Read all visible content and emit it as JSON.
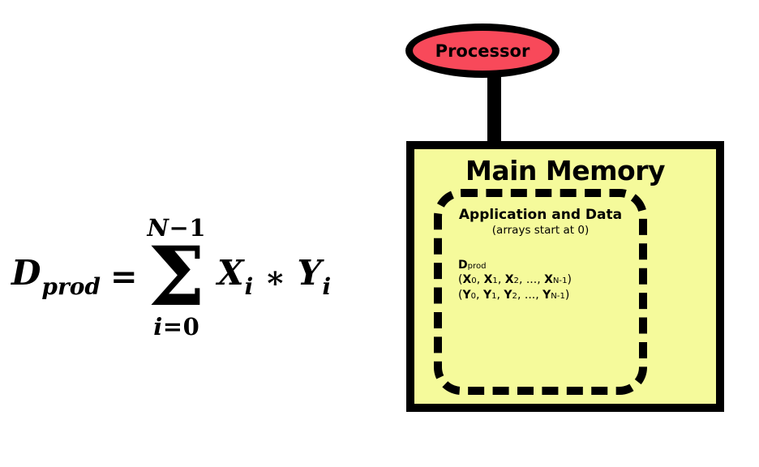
{
  "colors": {
    "background": "#ffffff",
    "outline": "#000000",
    "processor_fill": "#f8495a",
    "memory_fill": "#f5fa9b"
  },
  "formula": {
    "lhs": {
      "base": "D",
      "sub": "prod"
    },
    "equals": "=",
    "sum": {
      "upper": [
        {
          "t": "N",
          "s": "i"
        },
        {
          "t": "−1",
          "s": "n"
        }
      ],
      "sigma": "Σ",
      "lower": [
        {
          "t": "i",
          "s": "i"
        },
        {
          "t": "=0",
          "s": "n"
        }
      ]
    },
    "term_x": {
      "base": "X",
      "sub": "i"
    },
    "operator": "∗",
    "term_y": {
      "base": "Y",
      "sub": "i"
    }
  },
  "diagram": {
    "processor": {
      "label": "Processor"
    },
    "memory": {
      "title": "Main Memory",
      "region": {
        "heading": "Application and Data",
        "subheading": "(arrays start at 0)",
        "lines": [
          [
            {
              "t": "D",
              "s": "b"
            },
            {
              "t": "prod",
              "s": "sub"
            }
          ],
          [
            {
              "t": "(",
              "s": "n"
            },
            {
              "t": "X",
              "s": "b"
            },
            {
              "t": "0",
              "s": "sub"
            },
            {
              "t": ", ",
              "s": "n"
            },
            {
              "t": "X",
              "s": "b"
            },
            {
              "t": "1",
              "s": "sub"
            },
            {
              "t": ", ",
              "s": "n"
            },
            {
              "t": "X",
              "s": "b"
            },
            {
              "t": "2",
              "s": "sub"
            },
            {
              "t": ", ..., ",
              "s": "n"
            },
            {
              "t": "X",
              "s": "b"
            },
            {
              "t": "N-1",
              "s": "sub"
            },
            {
              "t": ")",
              "s": "n"
            }
          ],
          [
            {
              "t": "(",
              "s": "n"
            },
            {
              "t": "Y",
              "s": "b"
            },
            {
              "t": "0",
              "s": "sub"
            },
            {
              "t": ", ",
              "s": "n"
            },
            {
              "t": "Y",
              "s": "b"
            },
            {
              "t": "1",
              "s": "sub"
            },
            {
              "t": ", ",
              "s": "n"
            },
            {
              "t": "Y",
              "s": "b"
            },
            {
              "t": "2",
              "s": "sub"
            },
            {
              "t": ", ..., ",
              "s": "n"
            },
            {
              "t": "Y",
              "s": "b"
            },
            {
              "t": "N-1",
              "s": "sub"
            },
            {
              "t": ")",
              "s": "n"
            }
          ]
        ]
      }
    }
  }
}
